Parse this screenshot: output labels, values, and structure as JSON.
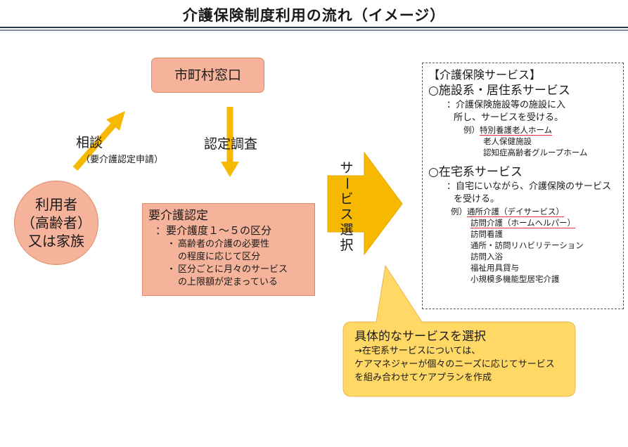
{
  "title": "介護保険制度利用の流れ（イメージ）",
  "office": "市町村窓口",
  "user": {
    "line1": "利用者",
    "line2": "（高齢者）",
    "line3": "又は家族"
  },
  "consult": {
    "label": "相談",
    "sub": "（要介護認定申請）"
  },
  "survey": "認定調査",
  "certification": {
    "title": "要介護認定",
    "subtitle": "：要介護度１～５の区分",
    "bullets": [
      "高齢者の介護の必要性",
      "の程度に応じて区分",
      "区分ごとに月々のサービス",
      "の上限額が定まっている"
    ]
  },
  "select_arrow": {
    "chars": [
      "サ",
      "ー",
      "ビ",
      "ス",
      "選",
      "択"
    ]
  },
  "services": {
    "header": "【介護保険サービス】",
    "facility": {
      "title": "○施設系・居住系サービス",
      "desc1": "：介護保険施設等の施設に入",
      "desc2": "所し、サービスを受ける。",
      "ex_prefix": "例）",
      "examples": [
        "特別養護老人ホーム",
        "老人保健施設",
        "認知症高齢者グループホーム"
      ]
    },
    "home": {
      "title": "○在宅系サービス",
      "desc1": "：自宅にいながら、介護保険のサービス",
      "desc2": "を受ける。",
      "ex_prefix": "例）",
      "examples": [
        "通所介護（デイサービス）",
        "訪問介護（ホームヘルパー）",
        "訪問看護",
        "通所・訪問リハビリテーション",
        "訪問入浴",
        "福祉用具貸与",
        "小規模多機能型居宅介護"
      ]
    }
  },
  "callout": {
    "title": "具体的なサービスを選択",
    "line1": "→在宅系サービスについては、",
    "line2": "ケアマネジャーが個々のニーズに応じてサービス",
    "line3": "を組み合わせてケアプランを作成"
  },
  "colors": {
    "box_fill": "#f4b39a",
    "arrow": "#f7b800",
    "callout_fill": "#ffd866",
    "underline": "#d9303a"
  }
}
